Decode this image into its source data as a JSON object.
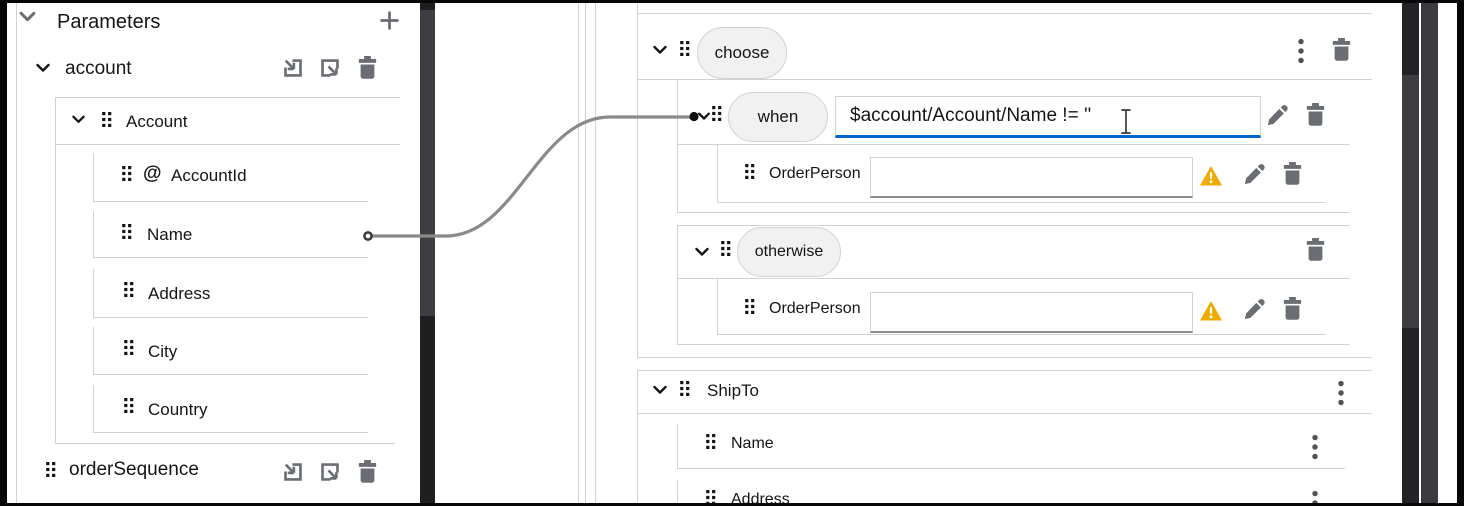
{
  "source_panel": {
    "title": "Parameters",
    "parameters": [
      {
        "name": "account",
        "root": {
          "label": "Account",
          "children": [
            {
              "label": "AccountId",
              "attribute_marker": "@"
            },
            {
              "label": "Name"
            },
            {
              "label": "Address"
            },
            {
              "label": "City"
            },
            {
              "label": "Country"
            }
          ]
        }
      },
      {
        "name": "orderSequence"
      }
    ]
  },
  "target_panel": {
    "choose": {
      "label": "choose",
      "when": {
        "label": "when",
        "expression": "$account/Account/Name != ''",
        "field": {
          "label": "OrderPerson",
          "value": ""
        }
      },
      "otherwise": {
        "label": "otherwise",
        "field": {
          "label": "OrderPerson",
          "value": ""
        }
      }
    },
    "ship_to": {
      "label": "ShipTo",
      "children": [
        {
          "label": "Name"
        },
        {
          "label": "Address"
        }
      ]
    }
  },
  "connection": {
    "source": "Name",
    "target": "when"
  },
  "colors": {
    "accent_blue": "#0066cc",
    "warning": "#f0ab00",
    "border": "#d2d2d2",
    "icon_gray": "#6a6e73",
    "text": "#151515",
    "connection_line": "#8a8a8a"
  }
}
